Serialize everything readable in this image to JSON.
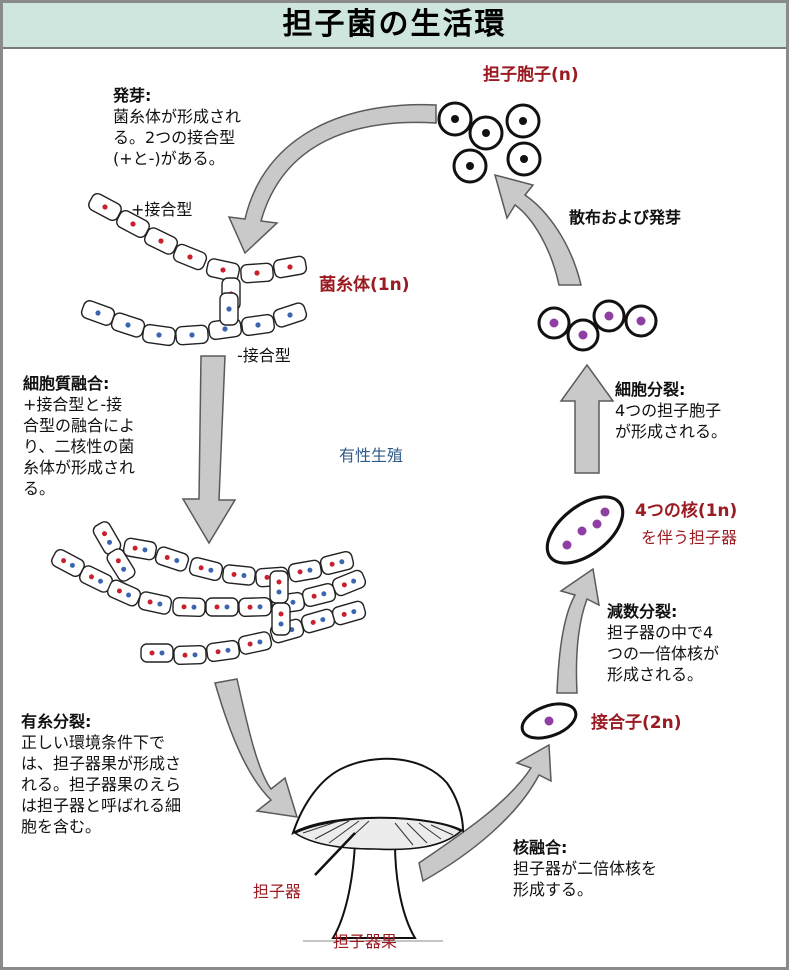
{
  "title": "担子菌の生活環",
  "labels": {
    "spores": "担子胞子(n)",
    "germination_title": "発芽:",
    "germination_lines": [
      "菌糸体が形成され",
      "る。2つの接合型",
      "(+と-)がある。"
    ],
    "plus_mating": "+接合型",
    "minus_mating": "-接合型",
    "mycelium": "菌糸体(1n)",
    "dispersal": "散布および発芽",
    "plasmogamy_title": "細胞質融合:",
    "plasmogamy_lines": [
      "+接合型と-接",
      "合型の融合によ",
      "り、二核性の菌",
      "糸体が形成され",
      "る。"
    ],
    "sexual_repro": "有性生殖",
    "cell_division_title": "細胞分裂:",
    "cell_division_lines": [
      "4つの担子胞子",
      "が形成される。"
    ],
    "four_nuclei_line1": "4つの核(1n)",
    "four_nuclei_line2": "を伴う担子器",
    "meiosis_title": "減数分裂:",
    "meiosis_lines": [
      "担子器の中で4",
      "つの一倍体核が",
      "形成される。"
    ],
    "zygote": "接合子(2n)",
    "mitosis_title": "有糸分裂:",
    "mitosis_lines": [
      "正しい環境条件下で",
      "は、担子器果が形成さ",
      "れる。担子器果のえら",
      "は担子器と呼ばれる細",
      "胞を含む。"
    ],
    "karyogamy_title": "核融合:",
    "karyogamy_lines": [
      "担子器が二倍体核を",
      "形成する。"
    ],
    "basidium": "担子器",
    "basidiocarp": "担子器果"
  },
  "colors": {
    "title_bg": "#cfe6df",
    "label_red": "#9b1b22",
    "label_blue": "#2e5b8a",
    "nucleus_red": "#c8202c",
    "nucleus_blue": "#3a66b0",
    "nucleus_purple": "#8e3fa3",
    "arrow_fill": "#c9c9c9",
    "arrow_stroke": "#5a5a5a"
  }
}
